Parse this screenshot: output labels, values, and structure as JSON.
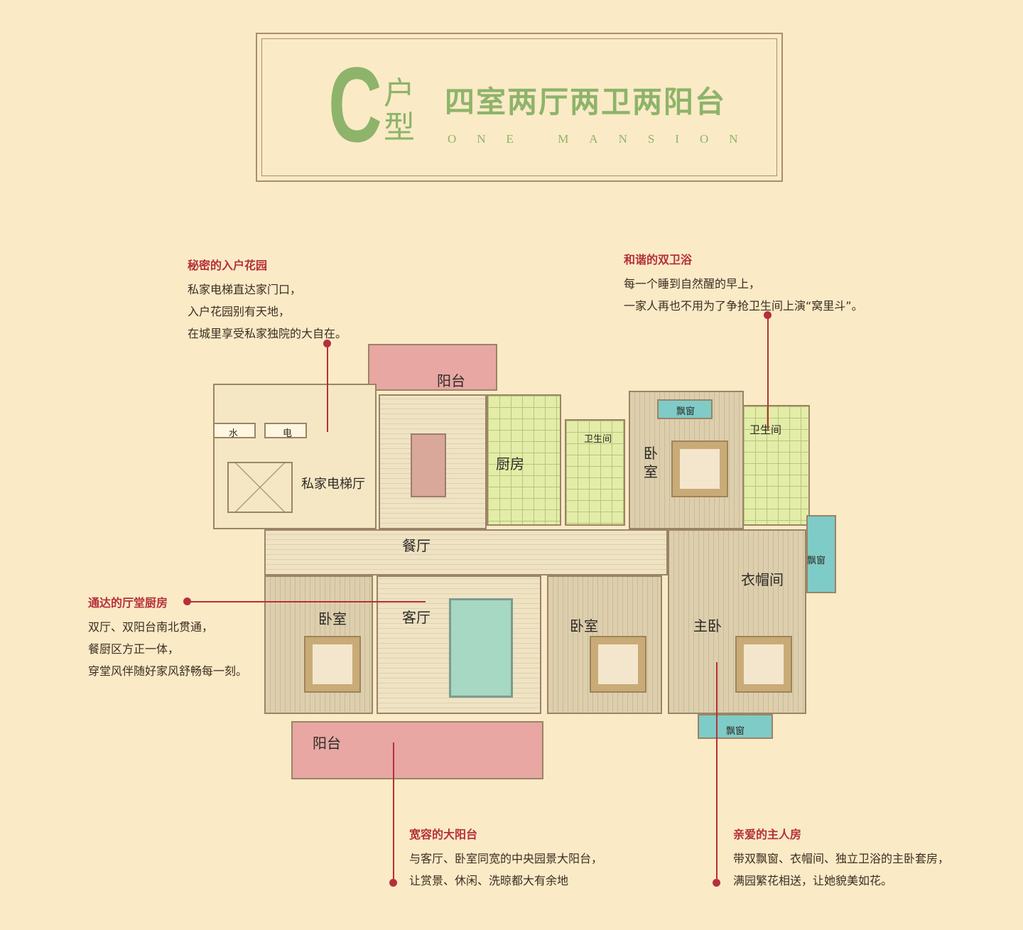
{
  "header": {
    "type_letter": "C",
    "type_label": "户型",
    "layout": "四室两厅两卫两阳台",
    "subtitle": "ONE MANSION"
  },
  "annotations": [
    {
      "title": "秘密的入户花园",
      "lines": [
        "私家电梯直达家门口，",
        "入户花园别有天地，",
        "在城里享受私家独院的大自在。"
      ]
    },
    {
      "title": "和谐的双卫浴",
      "lines": [
        "每一个睡到自然醒的早上，",
        "一家人再也不用为了争抢卫生间上演“窝里斗”。"
      ]
    },
    {
      "title": "通达的厅堂厨房",
      "lines": [
        "双厅、双阳台南北贯通，",
        "餐厨区方正一体，",
        "穿堂风伴随好家风舒畅每一刻。"
      ]
    },
    {
      "title": "宽容的大阳台",
      "lines": [
        "与客厅、卧室同宽的中央园景大阳台，",
        "让赏景、休闲、洗晾都大有余地"
      ]
    },
    {
      "title": "亲爱的主人房",
      "lines": [
        "带双飘窗、衣帽间、独立卫浴的主卧套房，",
        "满园繁花相送，让她貌美如花。"
      ]
    }
  ],
  "rooms": {
    "balcony_top": "阳台",
    "water": "水",
    "electric": "电",
    "elevator_hall": "私家电梯厅",
    "kitchen": "厨房",
    "bath1": "卫生间",
    "bedroom_top": "卧室",
    "bay1": "飘窗",
    "bath2": "卫生间",
    "dining": "餐厅",
    "bay2": "飘窗",
    "closet": "衣帽间",
    "bedroom_left": "卧室",
    "living": "客厅",
    "bedroom_mid": "卧室",
    "master": "主卧",
    "bay3": "飘窗",
    "balcony_bottom": "阳台"
  }
}
